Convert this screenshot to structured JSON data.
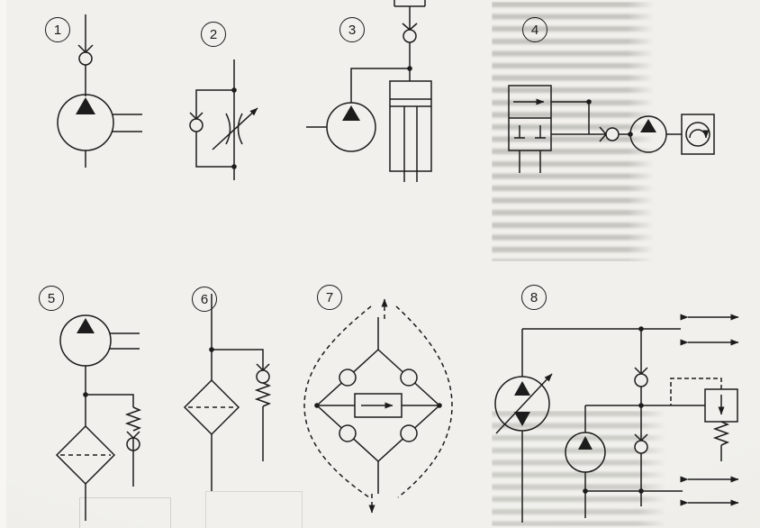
{
  "colors": {
    "paper": "#efeeea",
    "ink": "#1c1c1c"
  },
  "diagrams": [
    {
      "number": "1",
      "name": "pump-with-check-valve",
      "components": [
        "check-valve",
        "hydraulic-pump"
      ]
    },
    {
      "number": "2",
      "name": "flow-control-with-bypass-check-valve",
      "components": [
        "check-valve",
        "adjustable-flow-restrictor"
      ]
    },
    {
      "number": "3",
      "name": "pump-and-cylinder-with-check-valve",
      "components": [
        "reservoir",
        "check-valve",
        "hydraulic-pump",
        "cylinder"
      ]
    },
    {
      "number": "4",
      "name": "valve-controlled-motor-drive",
      "components": [
        "two-position-valve",
        "check-valve",
        "hydraulic-motor",
        "rotation-indicator"
      ]
    },
    {
      "number": "5",
      "name": "pump-with-filter-and-bypass",
      "components": [
        "hydraulic-pump",
        "spring-loaded-check-valve",
        "filter"
      ]
    },
    {
      "number": "6",
      "name": "filter-with-bypass-check-valve",
      "components": [
        "filter",
        "spring-loaded-check-valve"
      ]
    },
    {
      "number": "7",
      "name": "check-valve-bridge-flow-control",
      "components": [
        "check-valve-bridge",
        "flow-restrictor"
      ]
    },
    {
      "number": "8",
      "name": "variable-pump-supply-circuit",
      "components": [
        "variable-displacement-pump",
        "auxiliary-pump",
        "check-valves",
        "pressure-relief-valve",
        "flow-direction-arrows"
      ]
    }
  ]
}
